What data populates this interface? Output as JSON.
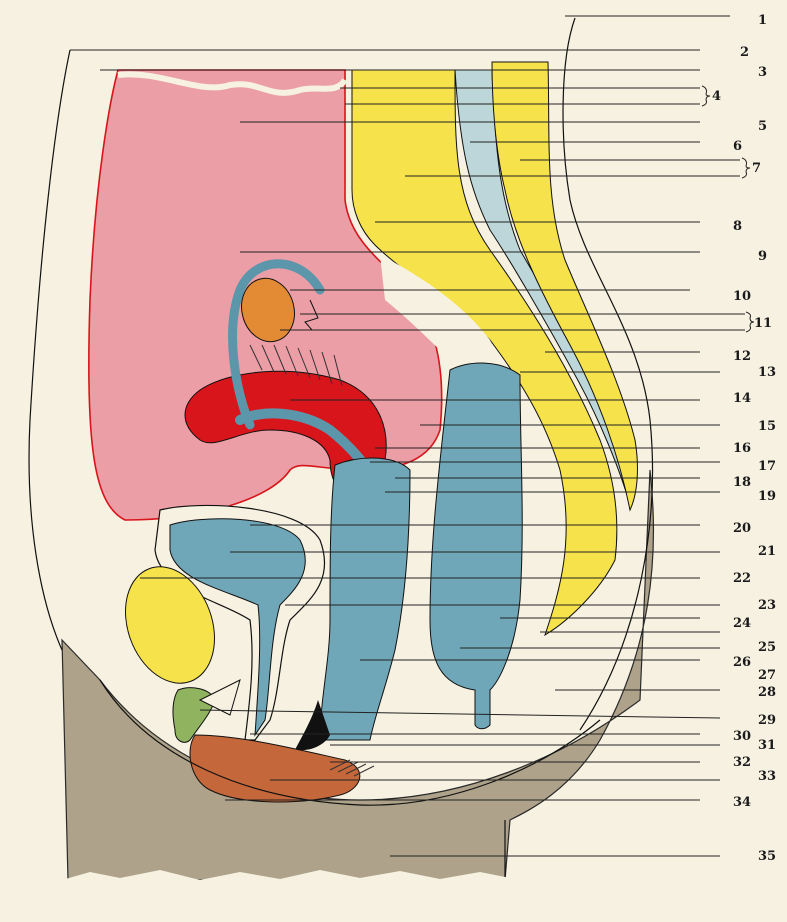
{
  "diagram": {
    "labels": [
      "1",
      "2",
      "3",
      "4",
      "5",
      "6",
      "7",
      "8",
      "9",
      "10",
      "11",
      "12",
      "13",
      "14",
      "15",
      "16",
      "17",
      "18",
      "19",
      "20",
      "21",
      "22",
      "23",
      "24",
      "25",
      "26",
      "27",
      "28",
      "29",
      "30",
      "31",
      "32",
      "33",
      "34",
      "35"
    ]
  },
  "colors": {
    "background": "#f6f1e1",
    "peritoneum_pink": "#ec9ea6",
    "uterus_red": "#d8151b",
    "blue_organs": "#6fa6b8",
    "yellow_layers": "#f6e24a",
    "pale_blue_layer": "#bcd6d9",
    "ovary_orange": "#e38a35",
    "perineum_brown": "#c4673a",
    "thigh_gray": "#aea38a",
    "green": "#8fb35e"
  }
}
